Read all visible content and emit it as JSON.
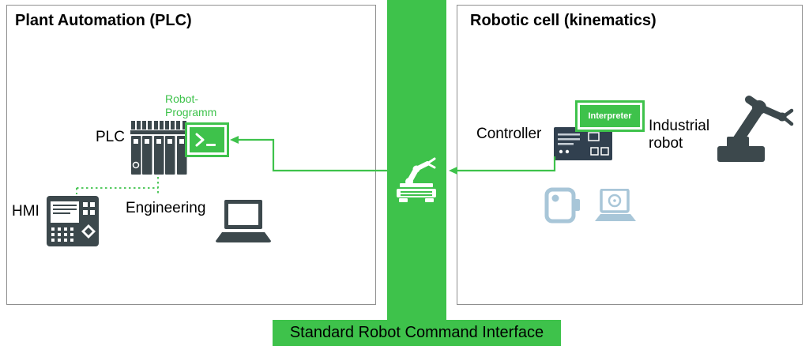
{
  "banner": {
    "label": "Standard Robot Command Interface"
  },
  "left_panel": {
    "title": "Plant Automation (PLC)",
    "robot_program_label": "Robot-\nProgramm",
    "plc_label": "PLC",
    "hmi_label": "HMI",
    "engineering_label": "Engineering"
  },
  "right_panel": {
    "title": "Robotic cell (kinematics)",
    "controller_label": "Controller",
    "interpreter_label": "Interpreter",
    "industrial_robot_label": "Industrial\nrobot"
  },
  "colors": {
    "accent_green": "#3ec24b",
    "icon_dark_gray": "#3c484c",
    "controller_navy": "#31404f",
    "icon_light_blue": "#a8c6d8",
    "panel_border_gray": "#8f8f8f",
    "banner_text": "#000000"
  },
  "icons": {
    "center_interface": "robot-arm-interface-icon",
    "plc": "plc-rack-icon",
    "robot_program": "terminal-prompt-icon",
    "hmi": "hmi-panel-icon",
    "engineering": "laptop-icon",
    "controller": "controller-box-icon",
    "industrial_robot": "industrial-robot-arm-icon",
    "teach_pendant": "teach-pendant-icon",
    "software": "laptop-gear-icon"
  }
}
